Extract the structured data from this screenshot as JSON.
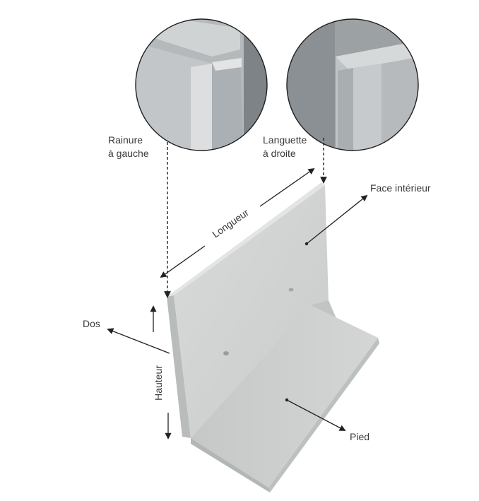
{
  "labels": {
    "rainure": [
      "Rainure",
      "à gauche"
    ],
    "languette": [
      "Languette",
      "à droite"
    ],
    "face_interieur": "Face intérieur",
    "longueur": "Longueur",
    "dos": "Dos",
    "hauteur": "Hauteur",
    "pied": "Pied"
  },
  "colors": {
    "concrete_face": "#d3d5d5",
    "concrete_edge": "#bfc2c2",
    "concrete_foot": "#cfd1d1",
    "arrow": "#222222",
    "text": "#3a3a3a"
  }
}
